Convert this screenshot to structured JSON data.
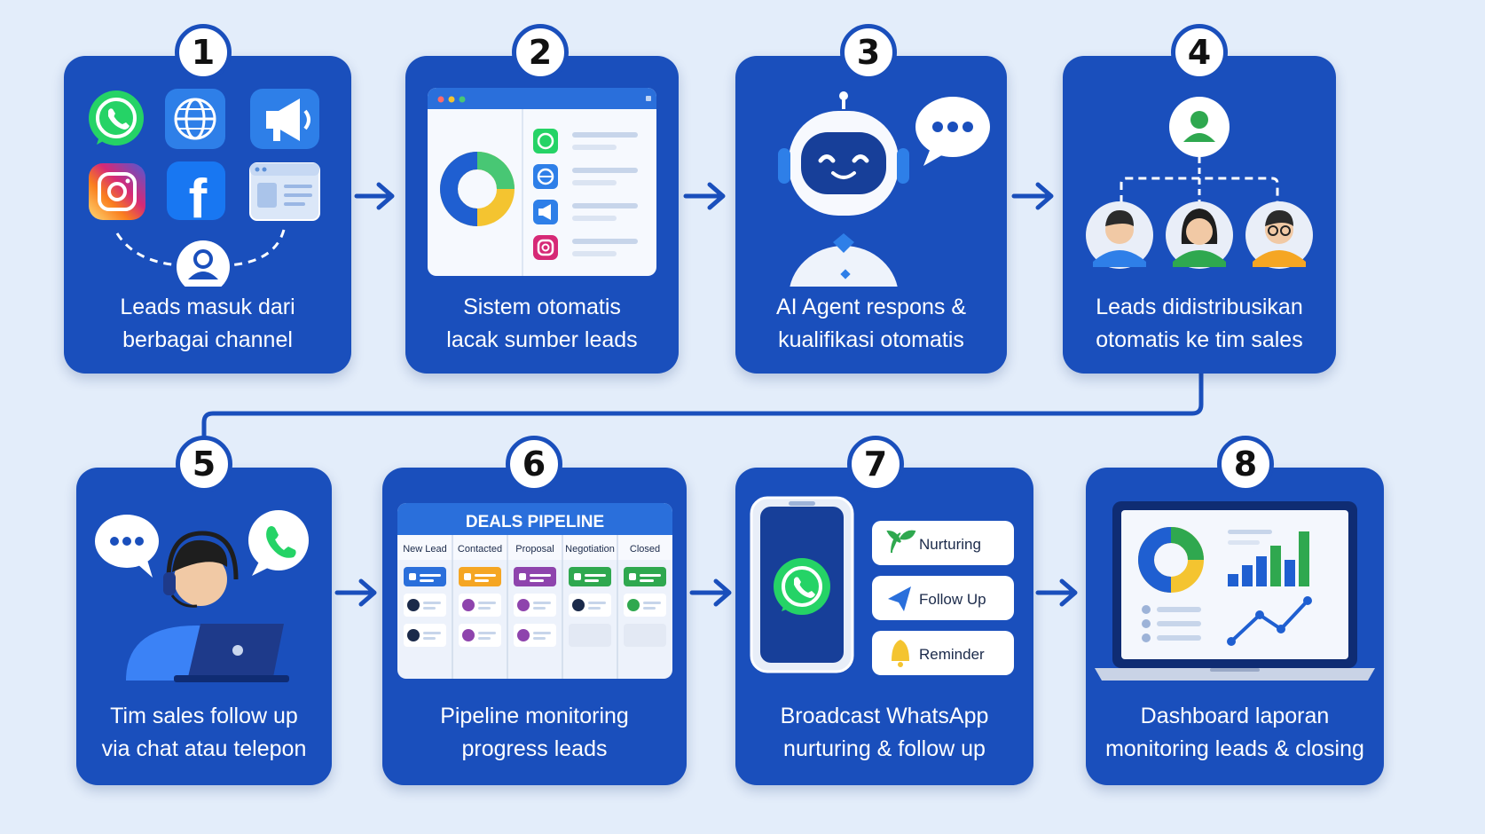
{
  "steps": [
    {
      "num": "1",
      "line1": "Leads masuk dari",
      "line2": "berbagai channel"
    },
    {
      "num": "2",
      "line1": "Sistem otomatis",
      "line2": "lacak sumber leads"
    },
    {
      "num": "3",
      "line1": "AI Agent respons &",
      "line2": "kualifikasi otomatis"
    },
    {
      "num": "4",
      "line1": "Leads didistribusikan",
      "line2": "otomatis ke tim sales"
    },
    {
      "num": "5",
      "line1": "Tim sales follow up",
      "line2": "via chat atau telepon"
    },
    {
      "num": "6",
      "line1": "Pipeline monitoring",
      "line2": "progress leads"
    },
    {
      "num": "7",
      "line1": "Broadcast WhatsApp",
      "line2": "nurturing & follow up"
    },
    {
      "num": "8",
      "line1": "Dashboard laporan",
      "line2": "monitoring leads & closing"
    }
  ],
  "step1_icons": [
    "whatsapp-icon",
    "globe-icon",
    "megaphone-icon",
    "instagram-icon",
    "facebook-icon",
    "web-form-icon",
    "user-icon"
  ],
  "pipeline": {
    "title": "DEALS PIPELINE",
    "columns": [
      "New Lead",
      "Contacted",
      "Proposal",
      "Negotiation",
      "Closed"
    ]
  },
  "broadcast": {
    "items": [
      "Nurturing",
      "Follow Up",
      "Reminder"
    ]
  },
  "colors": {
    "background": "#e3edfa",
    "card": "#1a4fbc",
    "whatsapp": "#25d366",
    "accent_yellow": "#f4c430",
    "accent_orange": "#f5a623",
    "accent_purple": "#8e44ad"
  }
}
